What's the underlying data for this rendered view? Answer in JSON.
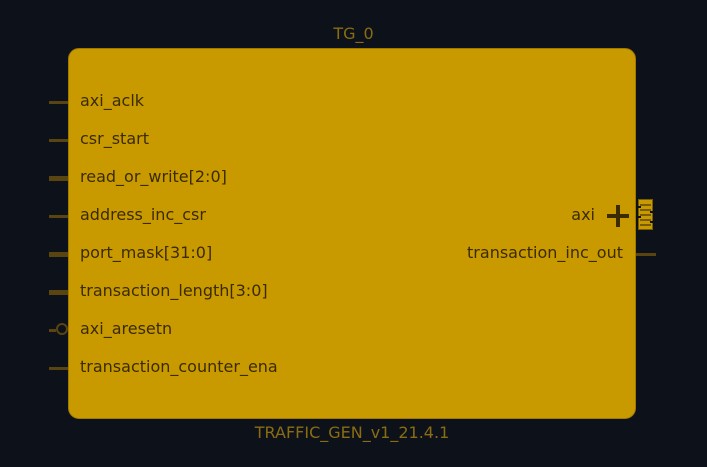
{
  "instance_name": "TG_0",
  "ip_version": "TRAFFIC_GEN_v1_21.4.1",
  "colors": {
    "background": "#0d111a",
    "block_fill": "#c99a00",
    "label_text": "#3a2b00",
    "caption_text": "#8a6d10",
    "pin": "#5a4410"
  },
  "input_ports": [
    {
      "label": "axi_aclk",
      "type": "single"
    },
    {
      "label": "csr_start",
      "type": "single"
    },
    {
      "label": "read_or_write[2:0]",
      "type": "bus"
    },
    {
      "label": "address_inc_csr",
      "type": "single"
    },
    {
      "label": "port_mask[31:0]",
      "type": "bus"
    },
    {
      "label": "transaction_length[3:0]",
      "type": "bus"
    },
    {
      "label": "axi_aresetn",
      "type": "active-low"
    },
    {
      "label": "transaction_counter_ena",
      "type": "single"
    }
  ],
  "output_ports": [
    {
      "label": "axi",
      "type": "interface",
      "icon": "bus-interface-icon"
    },
    {
      "label": "transaction_inc_out",
      "type": "single"
    }
  ]
}
